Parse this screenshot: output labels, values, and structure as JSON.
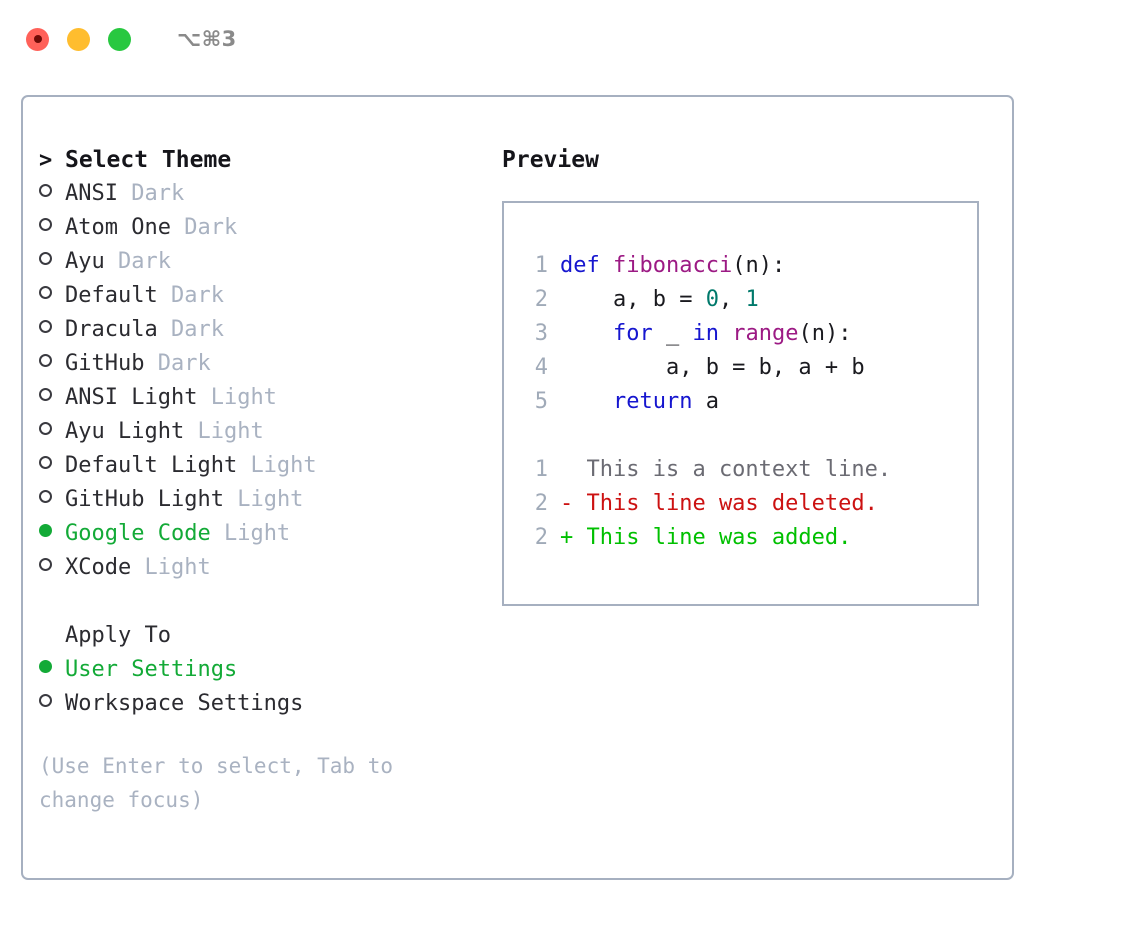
{
  "titlebar": {
    "shortcut": "⌥⌘3",
    "buttons": [
      {
        "name": "close",
        "color": "#ff6159"
      },
      {
        "name": "minimize",
        "color": "#ffbd2e"
      },
      {
        "name": "maximize",
        "color": "#28c840"
      }
    ]
  },
  "theme_list": {
    "heading": "Select Theme",
    "heading_marker": ">",
    "items": [
      {
        "name": "ANSI",
        "variant": "Dark",
        "selected": false,
        "marker": "○"
      },
      {
        "name": "Atom One",
        "variant": "Dark",
        "selected": false,
        "marker": "○"
      },
      {
        "name": "Ayu",
        "variant": "Dark",
        "selected": false,
        "marker": "○"
      },
      {
        "name": "Default",
        "variant": "Dark",
        "selected": false,
        "marker": "○"
      },
      {
        "name": "Dracula",
        "variant": "Dark",
        "selected": false,
        "marker": "○"
      },
      {
        "name": "GitHub",
        "variant": "Dark",
        "selected": false,
        "marker": "○"
      },
      {
        "name": "ANSI Light",
        "variant": "Light",
        "selected": false,
        "marker": "○"
      },
      {
        "name": "Ayu Light",
        "variant": "Light",
        "selected": false,
        "marker": "○"
      },
      {
        "name": "Default Light",
        "variant": "Light",
        "selected": false,
        "marker": "○"
      },
      {
        "name": "GitHub Light",
        "variant": "Light",
        "selected": false,
        "marker": "○"
      },
      {
        "name": "Google Code",
        "variant": "Light",
        "selected": true,
        "marker": "●"
      },
      {
        "name": "XCode",
        "variant": "Light",
        "selected": false,
        "marker": "○"
      }
    ]
  },
  "apply_to": {
    "label": "Apply To",
    "options": [
      {
        "name": "User Settings",
        "selected": true,
        "marker": "●"
      },
      {
        "name": "Workspace Settings",
        "selected": false,
        "marker": "○"
      }
    ]
  },
  "hint": "(Use Enter to select, Tab to change focus)",
  "preview": {
    "title": "Preview",
    "code_lines": [
      {
        "num": "1",
        "tokens": [
          {
            "t": "def ",
            "c": "tok-kw"
          },
          {
            "t": "fibonacci",
            "c": "tok-fn"
          },
          {
            "t": "(n):",
            "c": "tok-pl"
          }
        ]
      },
      {
        "num": "2",
        "tokens": [
          {
            "t": "    a, b = ",
            "c": "tok-pl"
          },
          {
            "t": "0",
            "c": "tok-num"
          },
          {
            "t": ", ",
            "c": "tok-pl"
          },
          {
            "t": "1",
            "c": "tok-num"
          }
        ]
      },
      {
        "num": "3",
        "tokens": [
          {
            "t": "    for ",
            "c": "tok-kw"
          },
          {
            "t": "_ ",
            "c": "tok-pl"
          },
          {
            "t": "in ",
            "c": "tok-kw"
          },
          {
            "t": "range",
            "c": "tok-fn"
          },
          {
            "t": "(n):",
            "c": "tok-pl"
          }
        ]
      },
      {
        "num": "4",
        "tokens": [
          {
            "t": "        a, b = b, a + b",
            "c": "tok-pl"
          }
        ]
      },
      {
        "num": "5",
        "tokens": [
          {
            "t": "    return ",
            "c": "tok-kw"
          },
          {
            "t": "a",
            "c": "tok-pl"
          }
        ]
      }
    ],
    "diff_lines": [
      {
        "num": "1",
        "text": "  This is a context line.",
        "c": "diff-ctx"
      },
      {
        "num": "2",
        "text": "- This line was deleted.",
        "c": "diff-del"
      },
      {
        "num": "2",
        "text": "+ This line was added.",
        "c": "diff-add"
      }
    ]
  },
  "colors": {
    "accent_green": "#13aa37",
    "border": "#a6b0c0",
    "muted": "#a9b2c1",
    "keyword": "#1616cf",
    "function": "#9c1a84",
    "number": "#00796b",
    "diff_deleted": "#cc1111",
    "diff_added": "#00c000"
  }
}
